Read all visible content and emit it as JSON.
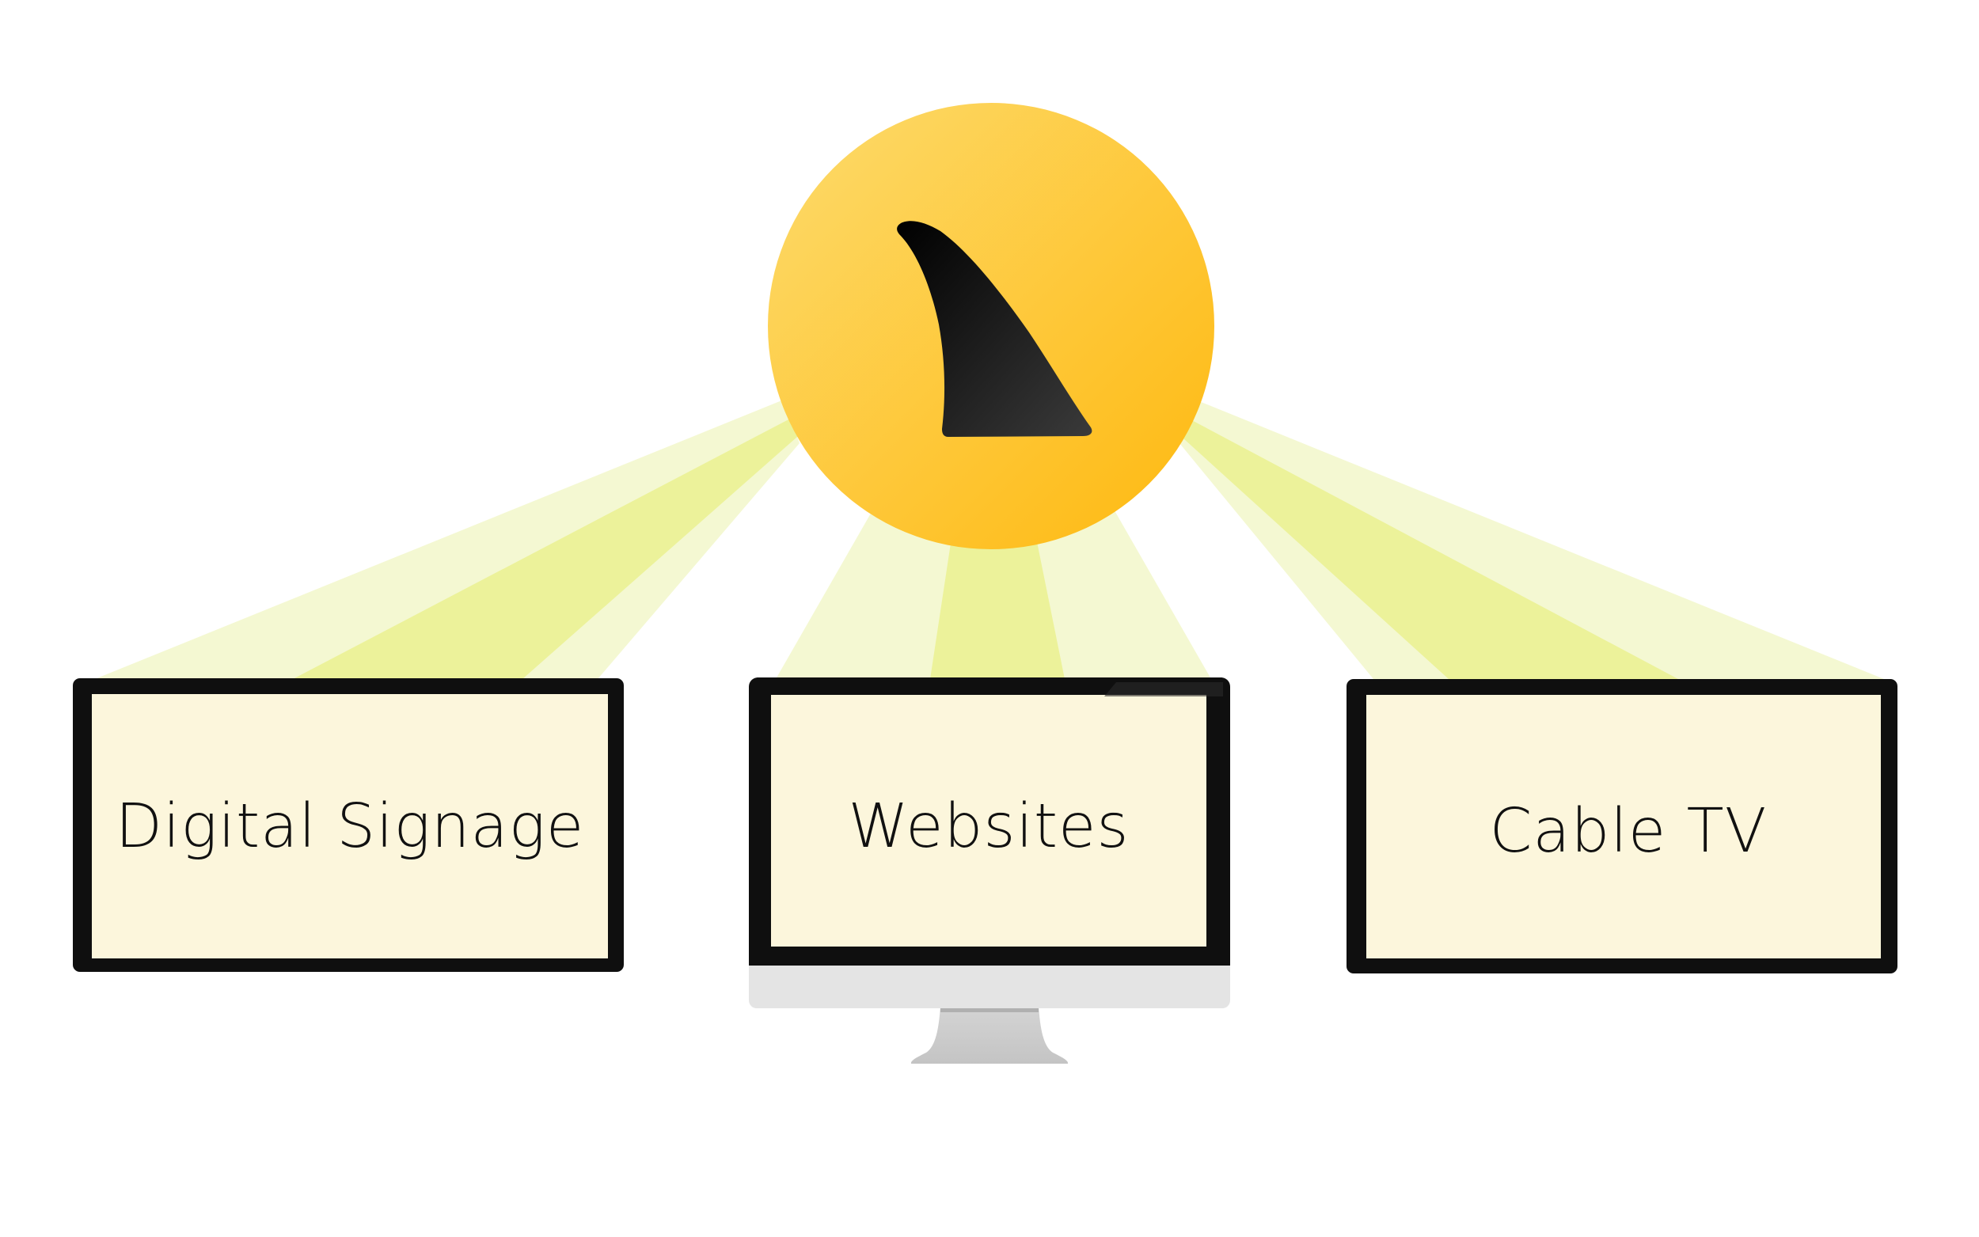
{
  "logo": {
    "icon": "shark-fin-icon",
    "circle_color_light": "#FDDB6D",
    "circle_color_dark": "#FEB80E",
    "fin_color": "#111111"
  },
  "beam_colors": {
    "inner": "#ECF29A",
    "outer": "#F4F8D2"
  },
  "screen_fill": "#FCF6DC",
  "outputs": [
    {
      "label": "Digital Signage",
      "device": "display-icon"
    },
    {
      "label": "Websites",
      "device": "desktop-monitor-icon"
    },
    {
      "label": "Cable TV",
      "device": "tv-icon"
    }
  ]
}
